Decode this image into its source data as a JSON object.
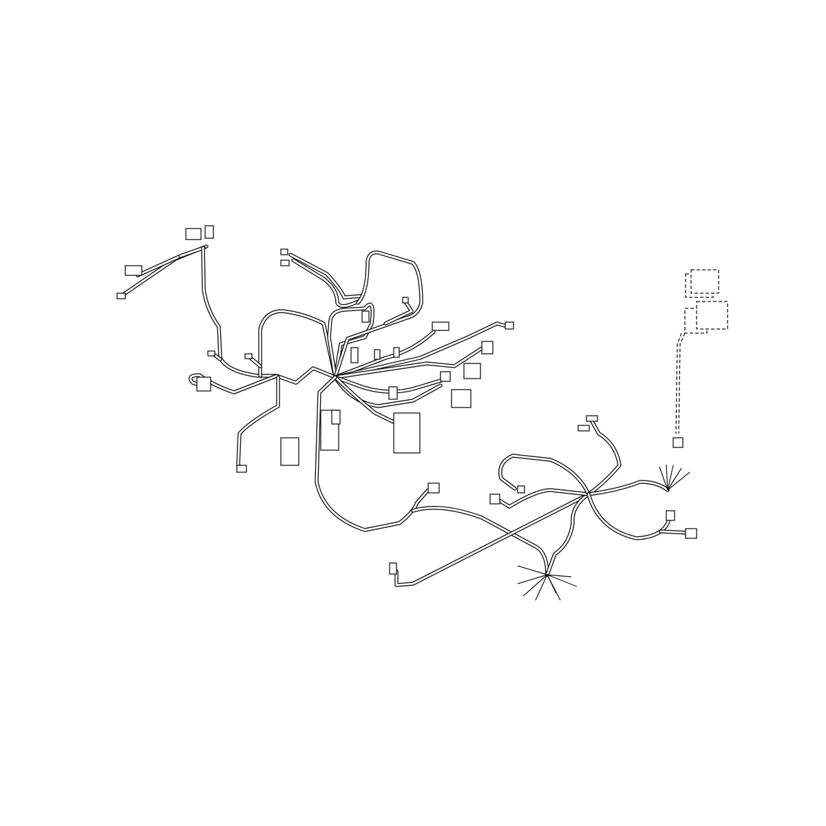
{
  "diagram": {
    "type": "wiring-harness-line-drawing",
    "line_color": "#111111",
    "background": "#ffffff",
    "components": [
      "main-harness",
      "rear-harness",
      "fuse-block",
      "relay-stack",
      "control-module-dashed"
    ]
  }
}
